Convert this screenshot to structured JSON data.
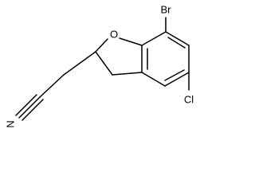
{
  "structure": {
    "atom_labels": {
      "bromine": "Br",
      "oxygen": "O",
      "chlorine": "Cl",
      "nitrogen": "N"
    }
  }
}
